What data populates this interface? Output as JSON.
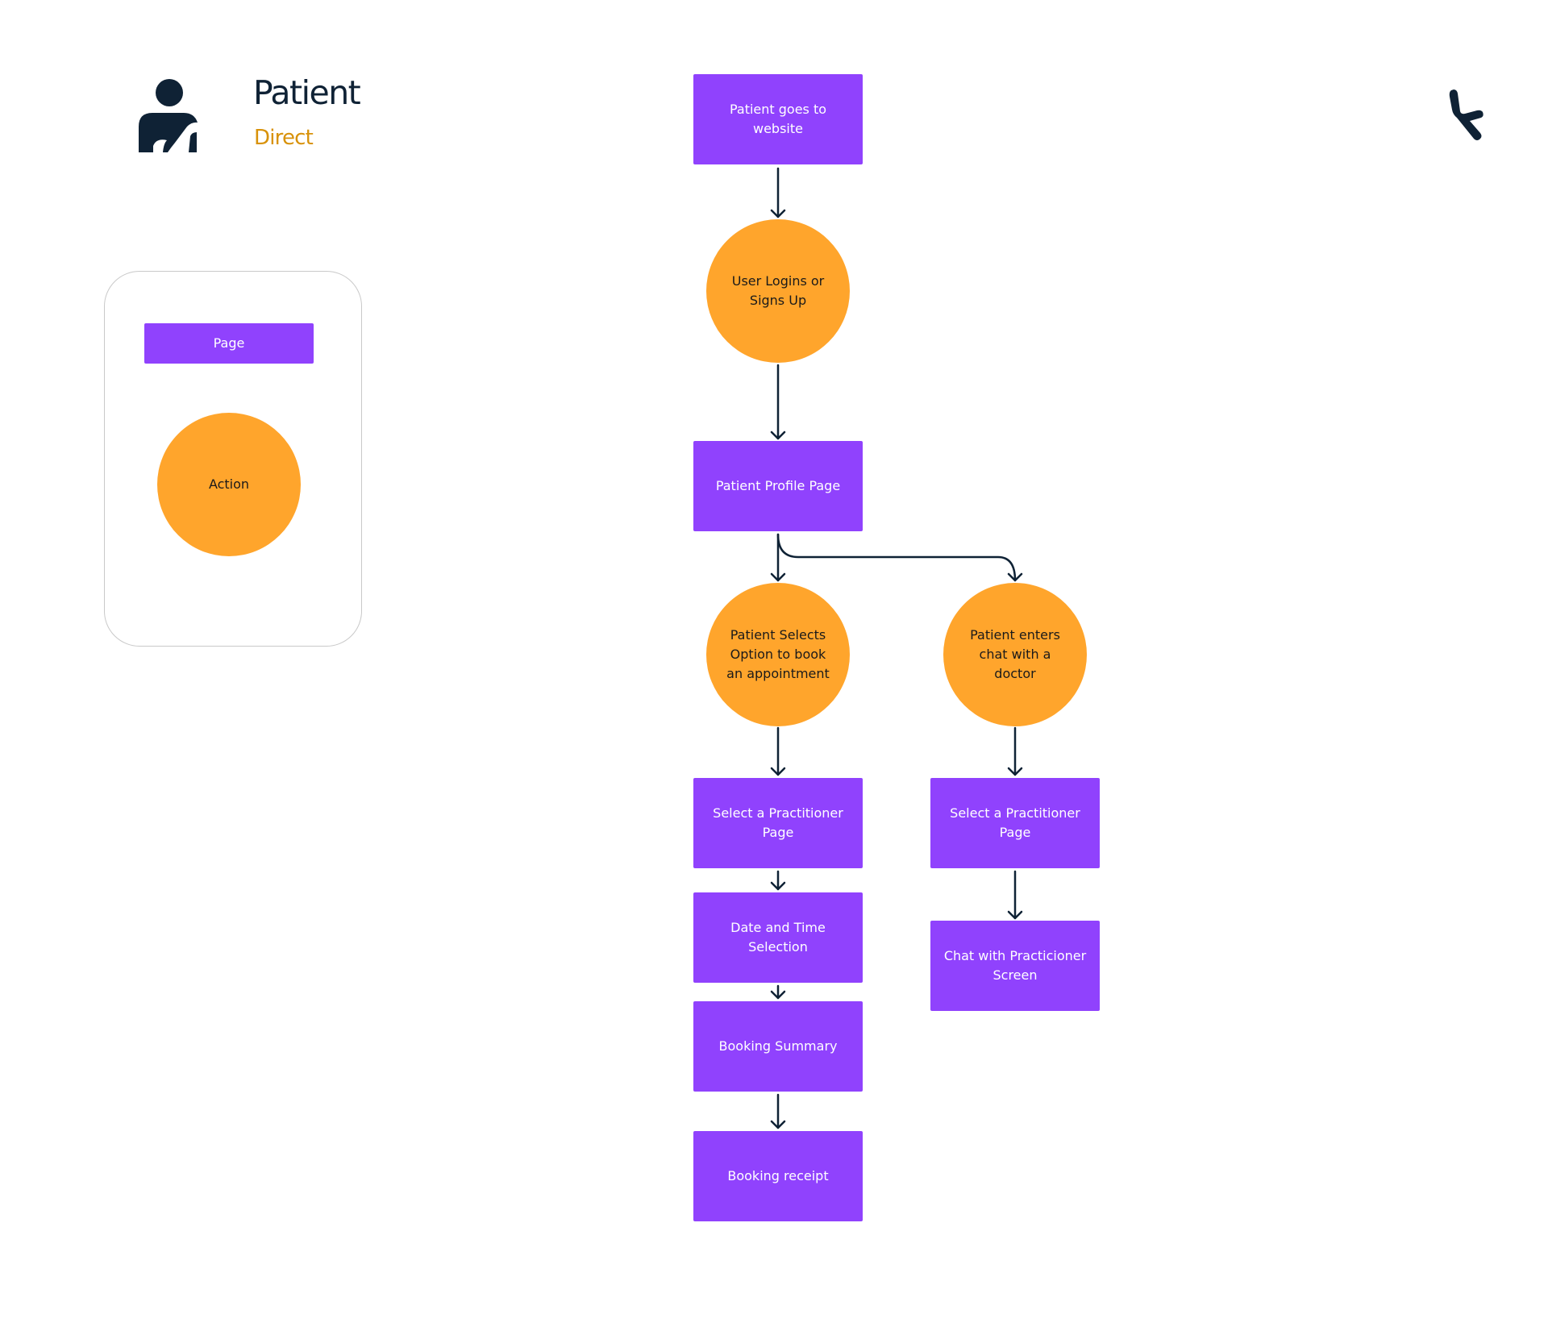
{
  "header": {
    "title": "Patient",
    "subtitle": "Direct",
    "person_icon": "person-icon",
    "logo_icon": "brand-logo-icon"
  },
  "legend": {
    "page_label": "Page",
    "action_label": "Action"
  },
  "colors": {
    "page": "#9042fd",
    "action": "#ffa52c",
    "connector": "#0f2235",
    "title": "#0f2235",
    "subtitle": "#d8920a"
  },
  "flow": {
    "start_page": "Patient goes to website",
    "login_action": "User Logins or Signs Up",
    "profile_page": "Patient Profile Page",
    "booking_branch": {
      "action": "Patient Selects Option to book an appointment",
      "practitioner_page": "Select a Practitioner Page",
      "datetime_page": "Date and Time Selection",
      "summary_page": "Booking Summary",
      "receipt_page": "Booking receipt"
    },
    "chat_branch": {
      "action": "Patient enters chat with a doctor",
      "practitioner_page": "Select a Practitioner Page",
      "chat_page": "Chat with Practicioner Screen"
    }
  }
}
